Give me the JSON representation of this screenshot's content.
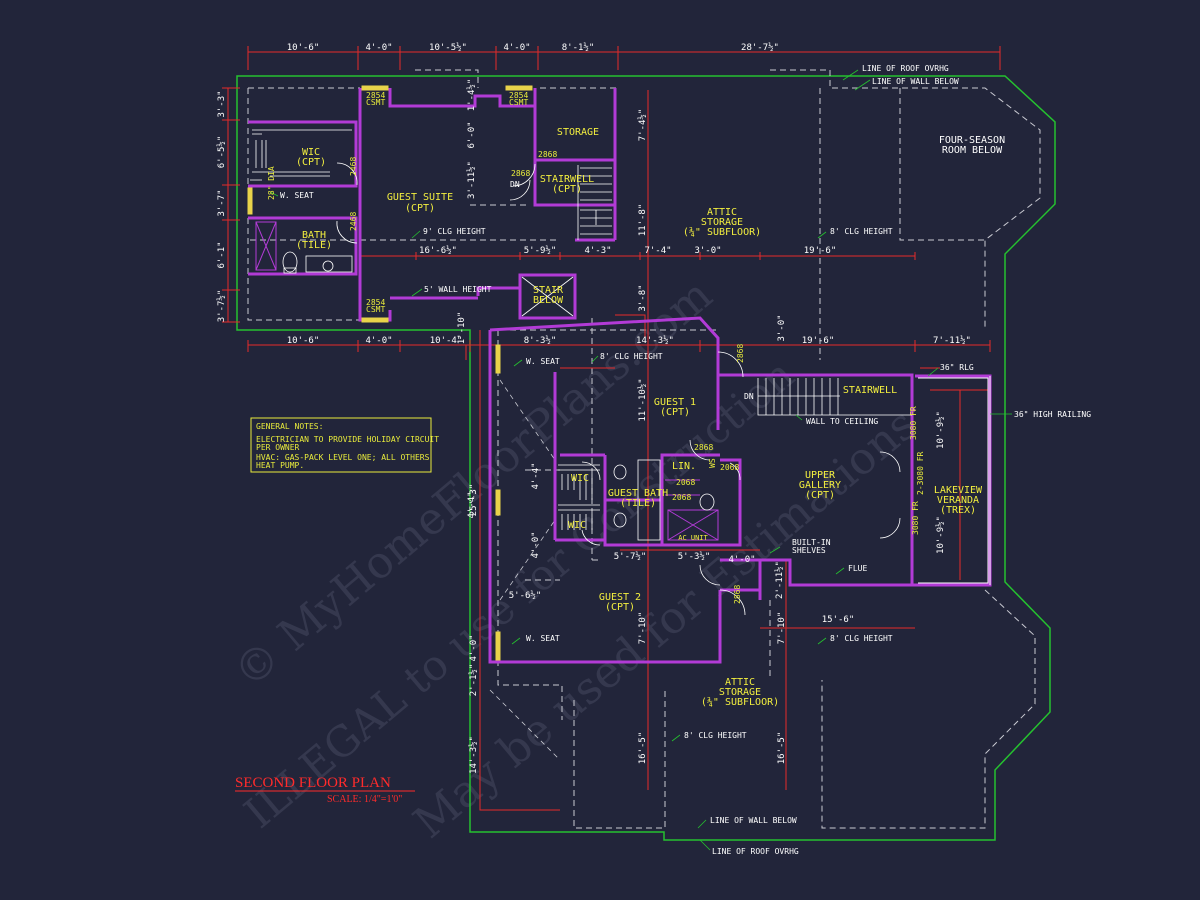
{
  "plan": {
    "title": "SECOND FLOOR PLAN",
    "scale": "SCALE: 1/4\"=1'0\""
  },
  "general_notes": {
    "heading": "GENERAL NOTES:",
    "lines": [
      "ELECTRICIAN TO PROVIDE HOLIDAY CIRCUIT",
      "PER OWNER",
      "HVAC: GAS-PACK LEVEL ONE; ALL OTHERS",
      "HEAT PUMP."
    ]
  },
  "rooms": {
    "wic_upper": [
      "WIC",
      "(CPT)"
    ],
    "guest_suite": [
      "GUEST SUITE",
      "(CPT)"
    ],
    "bath": [
      "BATH",
      "(TILE)"
    ],
    "storage": [
      "STORAGE"
    ],
    "stairwell_upper": [
      "STAIRWELL",
      "(CPT)"
    ],
    "attic_upper": [
      "ATTIC",
      "STORAGE",
      "(¾\" SUBFLOOR)"
    ],
    "four_season": [
      "FOUR-SEASON",
      "ROOM BELOW"
    ],
    "stair_below": [
      "STAIR",
      "BELOW"
    ],
    "guest1": [
      "GUEST 1",
      "(CPT)"
    ],
    "stairwell_right": [
      "STAIRWELL"
    ],
    "upper_gallery": [
      "UPPER",
      "GALLERY",
      "(CPT)"
    ],
    "lakeview": [
      "LAKEVIEW",
      "VERANDA",
      "(TREX)"
    ],
    "guest_bath": [
      "GUEST BATH",
      "(TILE)"
    ],
    "lin": [
      "LIN."
    ],
    "wic_a": [
      "WIC"
    ],
    "wic_b": [
      "WIC"
    ],
    "guest2": [
      "GUEST 2",
      "(CPT)"
    ],
    "attic_lower": [
      "ATTIC",
      "STORAGE",
      "(¾\" SUBFLOOR)"
    ],
    "ac_unit": [
      "AC UNIT"
    ]
  },
  "annotations": {
    "roof_ovrhg_top": "LINE OF ROOF OVRHG",
    "wall_below_top": "LINE OF WALL BELOW",
    "wall_below_bottom": "LINE OF WALL BELOW",
    "roof_ovrhg_bottom": "LINE OF ROOF OVRHG",
    "w_seat_1": "W. SEAT",
    "w_seat_2": "W. SEAT",
    "w_seat_3": "W. SEAT",
    "clg_9": "9' CLG HEIGHT",
    "wall_5": "5' WALL HEIGHT",
    "clg_8_a": "8' CLG HEIGHT",
    "clg_8_b": "8' CLG HEIGHT",
    "clg_8_c": "8' CLG HEIGHT",
    "clg_8_d": "8' CLG HEIGHT",
    "rlg_36": "36\" RLG",
    "high_railing": "36\" HIGH RAILING",
    "wall_to_ceiling": "WALL TO CEILING",
    "built_in": "BUILT-IN",
    "shelves": "SHELVES",
    "flue": "FLUE",
    "dn_1": "DN",
    "dn_2": "DN"
  },
  "tags": {
    "csmt_a": "2854",
    "csmt_a2": "CSMT",
    "csmt_b": "2854",
    "csmt_b2": "CSMT",
    "csmt_c": "2854",
    "csmt_c2": "CSMT",
    "door_2868_a": "2868",
    "door_2868_b": "2868",
    "door_2868_c": "2868",
    "door_2868_d": "2868",
    "door_2868_e": "2868",
    "door_2468_a": "2468",
    "door_2468_b": "2468",
    "door_2068_a": "2068",
    "door_2068_b": "2068",
    "door_2068_c": "2068",
    "fr_3080_a": "3080 FR",
    "fr_3080_b": "2-3080 FR",
    "fr_3080_c": "3080 FR",
    "ws": "WS",
    "dia": "28\" DIA"
  },
  "dimensions": {
    "top": [
      "10'-6\"",
      "4'-0\"",
      "10'-5½\"",
      "4'-0\"",
      "8'-1½\"",
      "28'-7½\""
    ],
    "left": [
      "3'-3\"",
      "6'-5½\"",
      "3'-7\"",
      "6'-1\"",
      "3'-7½\""
    ],
    "mid": [
      "16'-6½\"",
      "5'-9½\"",
      "4'-3\"",
      "7'-4\"",
      "3'-0\"",
      "19'-6\""
    ],
    "row2": [
      "10'-6\"",
      "4'-0\"",
      "10'-4\"",
      "14'-3½\"",
      "19'-6\"",
      "7'-11½\""
    ],
    "misc": [
      "8'-3½\"",
      "11'-10½\"",
      "11'-8\"",
      "3'-11½\"",
      "1'-4½\"",
      "6'-0\"",
      "7'-4½\"",
      "3'-8\"",
      "3'-0\"",
      "10'-9½\"",
      "10'-9½\"",
      "25'-3\"",
      "4'-4\"",
      "5'-6½\"",
      "4'-0\"",
      "4'-0\"",
      "2'-1½\"",
      "14'-3½\"",
      "5'-7½\"",
      "5'-3½\"",
      "4'-0\"",
      "15'-6\"",
      "2'-11½\"",
      "7'-10\"",
      "7'-10\"",
      "16'-5\"",
      "16'-5\"",
      "1'-10\"",
      "4'-4\""
    ]
  },
  "watermark": [
    "© MyHomeFloorPlans.com",
    "ILLEGAL to use for Construction",
    "May be used for Estimations"
  ],
  "colors": {
    "background": "#22253a",
    "wall": "#b23bd6",
    "dimension": "#e52a2a",
    "outline": "#25c22f",
    "label": "#f3ef3f",
    "dashed": "#c9cad2"
  }
}
